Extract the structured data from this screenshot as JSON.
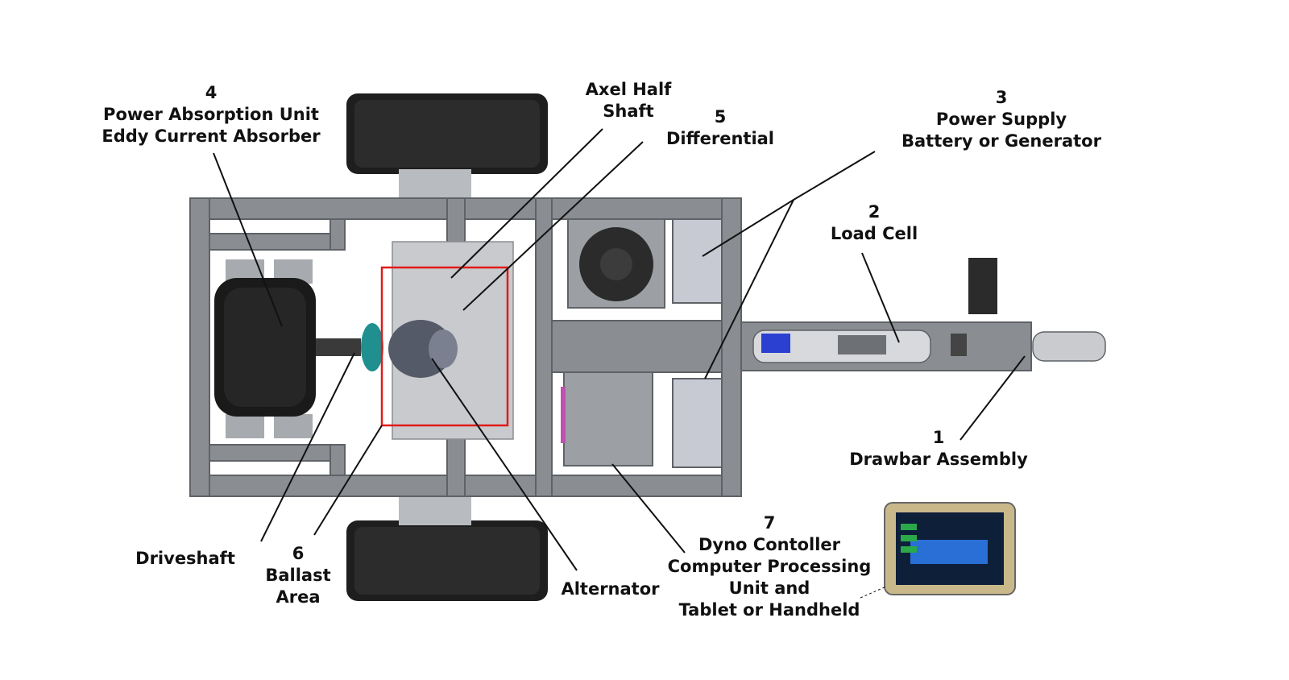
{
  "labels": {
    "pau": {
      "number": "4",
      "line1": "Power Absorption Unit",
      "line2": "Eddy Current Absorber"
    },
    "axle": {
      "line1": "Axel Half",
      "line2": "Shaft"
    },
    "differential": {
      "number": "5",
      "line1": "Differential"
    },
    "power_supply": {
      "number": "3",
      "line1": "Power Supply",
      "line2": "Battery or Generator"
    },
    "load_cell": {
      "number": "2",
      "line1": "Load Cell"
    },
    "drawbar": {
      "number": "1",
      "line1": "Drawbar Assembly"
    },
    "driveshaft": {
      "line1": "Driveshaft"
    },
    "ballast": {
      "number": "6",
      "line1": "Ballast",
      "line2": "Area"
    },
    "alternator": {
      "line1": "Alternator"
    },
    "controller": {
      "number": "7",
      "line1": "Dyno Contoller",
      "line2": "Computer Processing",
      "line3": "Unit and",
      "line4": "Tablet or Handheld"
    }
  },
  "colors": {
    "frame": "#8a8d92",
    "frame_dark": "#5f6266",
    "tire": "#1e1e1e",
    "highlight": "#e01b1b",
    "drum": "#1a1a1a",
    "coupling": "#1f8f8f",
    "battery": "#2b3fd1",
    "tablet_frame": "#c9b98a"
  }
}
